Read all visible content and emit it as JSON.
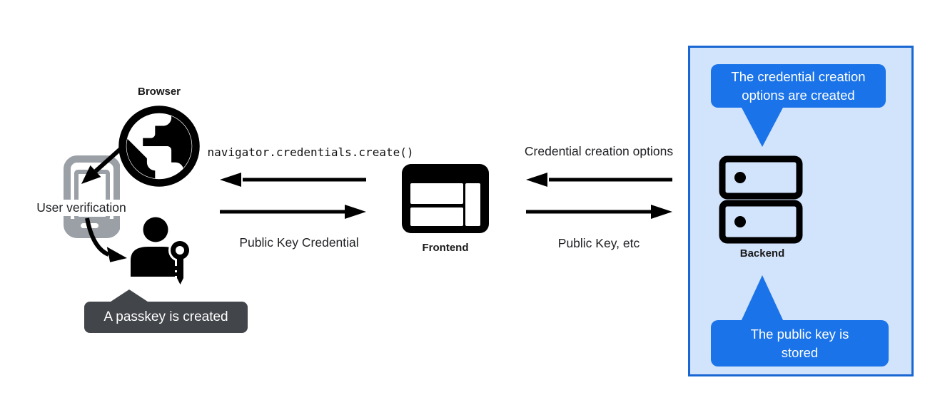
{
  "diagram": {
    "description": "Passkey registration flow diagram"
  },
  "labels": {
    "browser": "Browser",
    "user_verification": "User verification",
    "frontend": "Frontend",
    "backend": "Backend"
  },
  "messages": {
    "create_call": "navigator.credentials.create()",
    "public_key_credential": "Public Key Credential",
    "credential_creation_options": "Credential creation options",
    "public_key_etc": "Public Key, etc"
  },
  "tooltips": {
    "passkey_created": "A passkey is created",
    "options_created": "The credential creation options are created",
    "public_key_stored": "The public key is stored"
  },
  "colors": {
    "accent_blue": "#1a73e8",
    "panel_border_blue": "#1967d2",
    "panel_background_blue": "#d2e3fc",
    "tooltip_dark_gray": "#424549",
    "phone_gray": "#9aa0a6",
    "ink": "#000000"
  }
}
